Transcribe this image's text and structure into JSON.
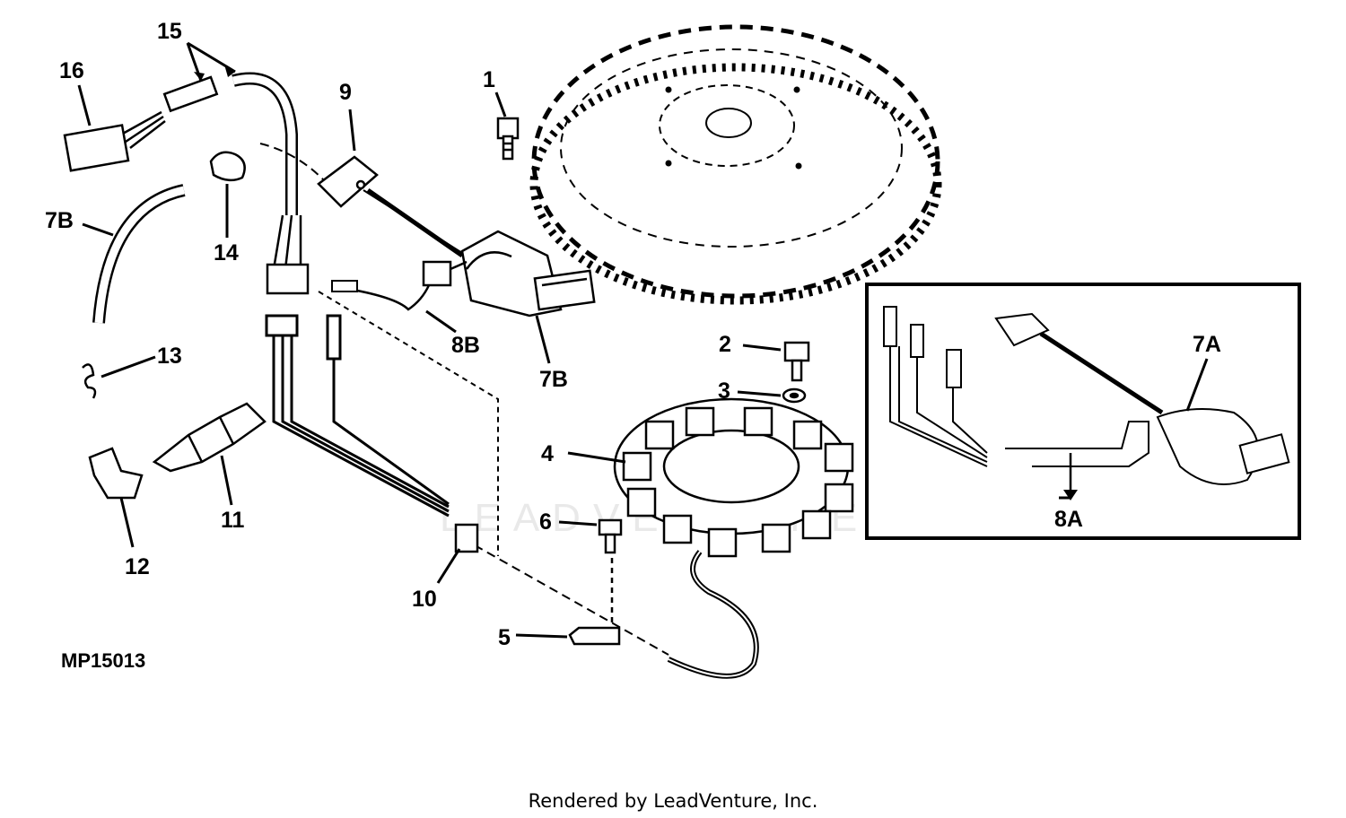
{
  "diagram": {
    "figure_code": "MP15013",
    "footer": "Rendered by LeadVenture, Inc.",
    "watermark": "LEADVENTURE",
    "callouts": {
      "c1": "1",
      "c2": "2",
      "c3": "3",
      "c4": "4",
      "c5": "5",
      "c6": "6",
      "c7a": "7A",
      "c7b_left": "7B",
      "c7b_coil": "7B",
      "c8a": "8A",
      "c8b": "8B",
      "c9": "9",
      "c10": "10",
      "c11": "11",
      "c12": "12",
      "c13": "13",
      "c14": "14",
      "c15": "15",
      "c16": "16"
    },
    "colors": {
      "ink": "#000000",
      "paper": "#ffffff",
      "watermark": "#cfcfcf"
    }
  }
}
